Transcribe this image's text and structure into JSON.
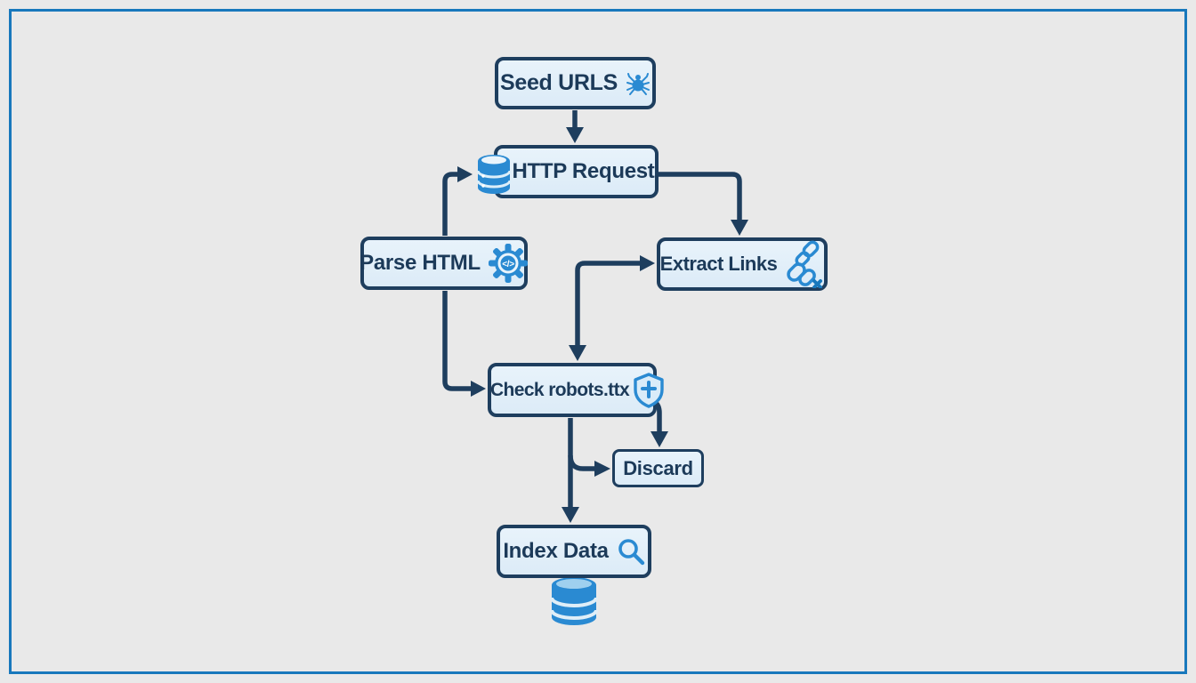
{
  "diagram": {
    "type": "flowchart",
    "nodes": [
      {
        "id": "seed_urls",
        "label": "Seed URLS",
        "icon": "spider-icon"
      },
      {
        "id": "http_request",
        "label": "HTTP Request",
        "icon": "database-icon"
      },
      {
        "id": "parse_html",
        "label": "Parse HTML",
        "icon": "gear-code-icon"
      },
      {
        "id": "extract_links",
        "label": "Extract Links",
        "icon": "broken-link-icon"
      },
      {
        "id": "check_robots",
        "label": "Check robots.ttx",
        "icon": "shield-icon"
      },
      {
        "id": "discard",
        "label": "Discard",
        "icon": null
      },
      {
        "id": "index_data",
        "label": "Index Data",
        "icon": "magnifier-icon"
      }
    ],
    "edges": [
      {
        "from": "seed_urls",
        "to": "http_request"
      },
      {
        "from": "parse_html",
        "to": "http_request"
      },
      {
        "from": "http_request",
        "to": "extract_links"
      },
      {
        "between": [
          "extract_links",
          "check_robots"
        ],
        "style": "elbow with arrowheads into both nodes"
      },
      {
        "from": "parse_html",
        "to": "check_robots"
      },
      {
        "from": "check_robots",
        "to": "discard",
        "via": "bottom-right vertical"
      },
      {
        "from": "check_robots",
        "to": "discard",
        "via": "branch from index line"
      },
      {
        "from": "check_robots",
        "to": "index_data"
      }
    ],
    "extras": [
      {
        "id": "database_cylinder",
        "icon": "database-cylinder-icon",
        "position": "below index_data"
      }
    ],
    "colors": {
      "background": "#e9e9e9",
      "frame_border": "#1878bc",
      "node_fill": "#dcebf7",
      "node_border": "#1e3e5e",
      "text": "#1c3a59",
      "connector": "#1e3e5e",
      "icon_blue": "#2a8ad2"
    }
  }
}
